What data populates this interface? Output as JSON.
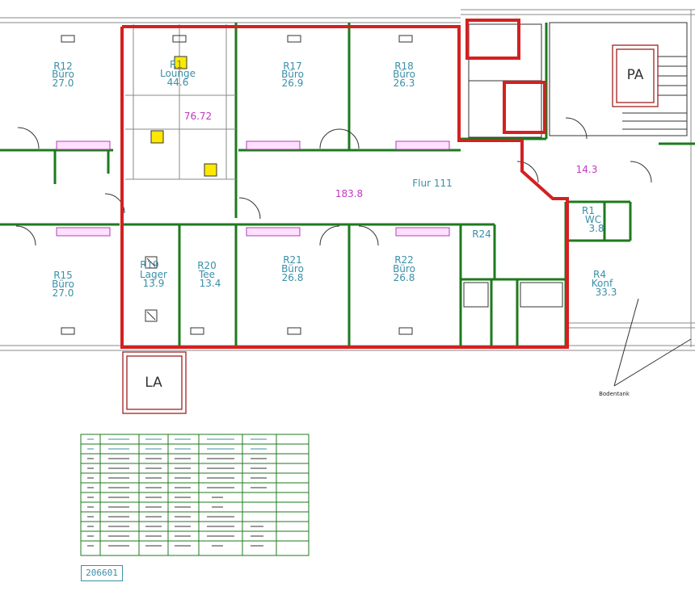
{
  "plan": {
    "corridor": {
      "name": "Flur 111",
      "area": "183.8"
    },
    "rooms": [
      {
        "id": "R12",
        "type": "Büro",
        "area": "27.0"
      },
      {
        "id": "R1",
        "type": "Lounge",
        "area": "44.6"
      },
      {
        "id": "R17",
        "type": "Büro",
        "area": "26.9"
      },
      {
        "id": "R18",
        "type": "Büro",
        "area": "26.3"
      },
      {
        "id": "R15",
        "type": "Büro",
        "area": "27.0"
      },
      {
        "id": "R19",
        "type": "Lager",
        "area": "13.9"
      },
      {
        "id": "R20",
        "type": "Tee",
        "area": "13.4"
      },
      {
        "id": "R21",
        "type": "Büro",
        "area": "26.8"
      },
      {
        "id": "R22",
        "type": "Büro",
        "area": "26.8"
      },
      {
        "id": "R24",
        "type": "",
        "area": ""
      },
      {
        "id": "R1",
        "type": "WC",
        "area": "3.8"
      },
      {
        "id": "R4",
        "type": "Konf",
        "area": "33.3"
      }
    ],
    "extra_areas": {
      "lounge_sub": "76.72",
      "lobby": "14.3"
    },
    "stair_label": "PA",
    "lift_label": "LA",
    "annotation": "Bodentank",
    "legend_id": "206601"
  }
}
